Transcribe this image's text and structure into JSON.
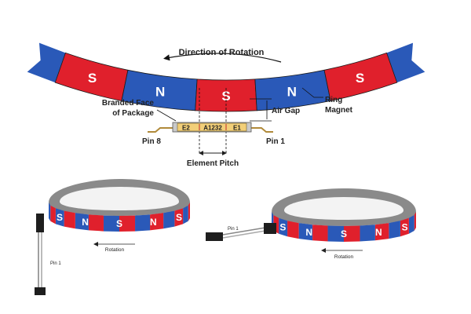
{
  "top": {
    "direction_label": "Direction of Rotation",
    "poles": [
      "S",
      "N",
      "S",
      "N",
      "S"
    ],
    "air_gap_label": "Air Gap",
    "ring_magnet_label_1": "Ring",
    "ring_magnet_label_2": "Magnet",
    "branded_face_label_1": "Branded Face",
    "branded_face_label_2": "of Package",
    "pin8_label": "Pin 8",
    "pin1_label": "Pin 1",
    "element_pitch_label": "Element Pitch",
    "chip": {
      "e2": "E2",
      "part": "A1232",
      "e1": "E1"
    }
  },
  "left_ring": {
    "poles": [
      "S",
      "N",
      "S",
      "N",
      "S"
    ],
    "rotation_label": "Rotation",
    "pin_label": "Pin 1"
  },
  "right_ring": {
    "poles": [
      "S",
      "N",
      "S",
      "N",
      "S"
    ],
    "rotation_label": "Rotation",
    "pin_label": "Pin 1"
  },
  "colors": {
    "south": "#e0202c",
    "north": "#2a59b8",
    "ring_top": "#8a8a8a",
    "chip_body": "#f2cf78"
  }
}
